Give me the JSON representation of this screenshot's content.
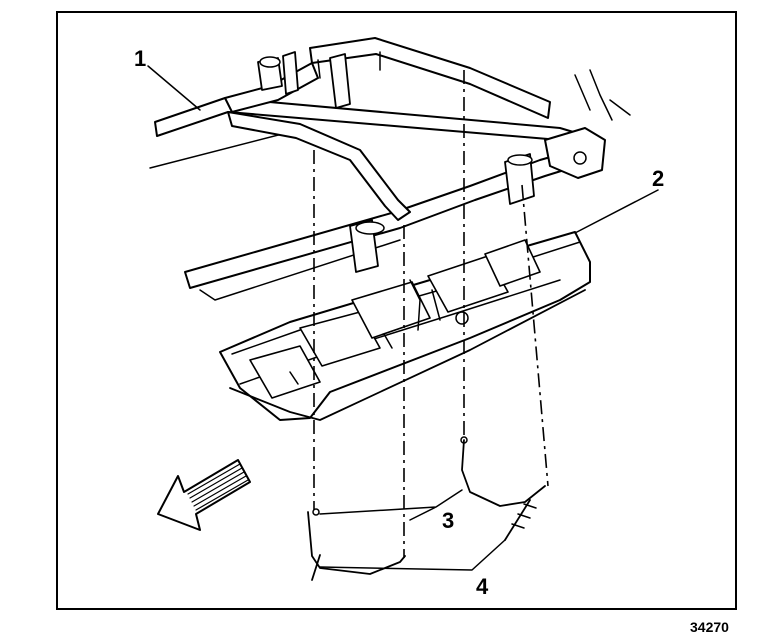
{
  "callouts": {
    "c1": "1",
    "c2": "2",
    "c3": "3",
    "c4": "4"
  },
  "figure_number": "34270"
}
